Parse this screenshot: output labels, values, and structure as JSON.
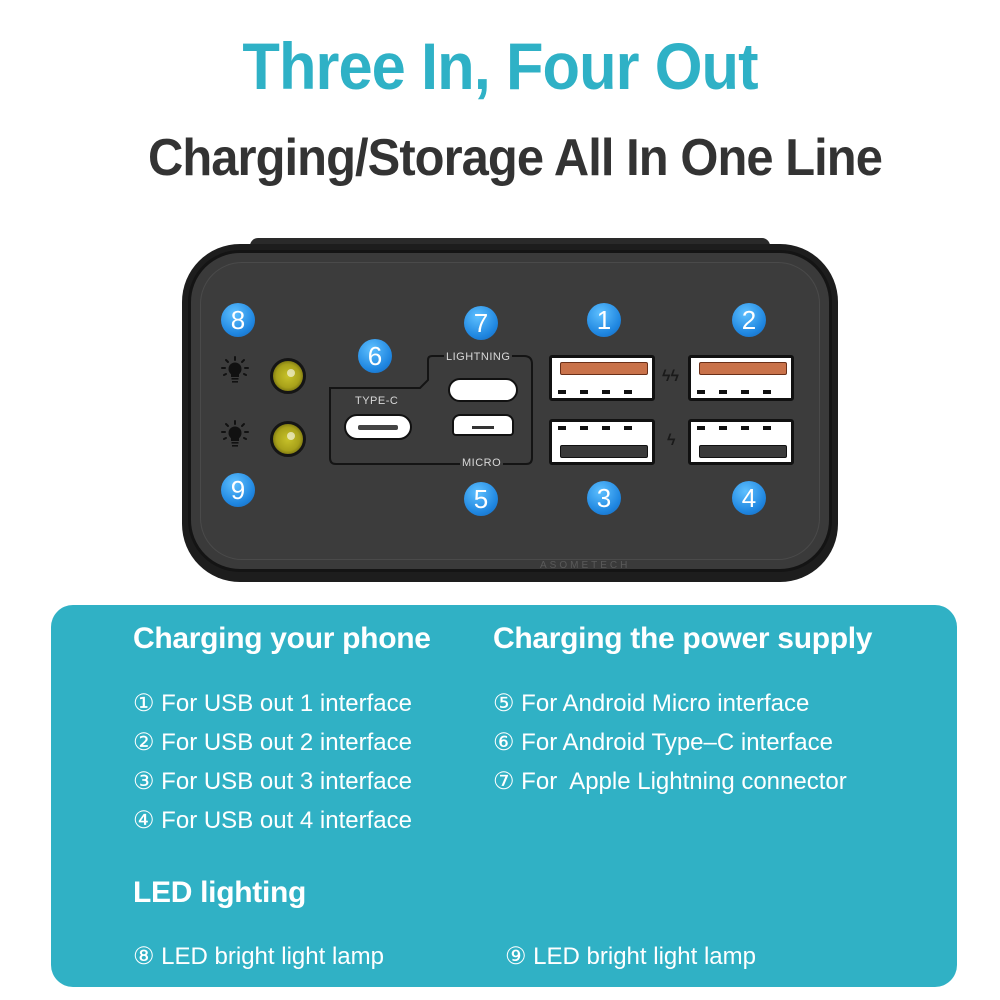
{
  "header": {
    "title": "Three In, Four Out",
    "subtitle": "Charging/Storage All In One Line",
    "title_color": "#2fb1c6",
    "subtitle_color": "#333333"
  },
  "device": {
    "brand_watermark": "ASOMETECH",
    "port_labels": {
      "lightning": "LIGHTNING",
      "type_c": "TYPE-C",
      "micro": "MICRO"
    },
    "badges": [
      "1",
      "2",
      "3",
      "4",
      "5",
      "6",
      "7",
      "8",
      "9"
    ],
    "badge_color": "#1f86e0",
    "usb_fast_bolt": "ϟϟ",
    "usb_bolt": "ϟ"
  },
  "panel": {
    "background": "#30b1c5",
    "sections": {
      "phone": {
        "heading": "Charging your phone",
        "items": [
          "① For USB out 1 interface",
          "② For USB out 2 interface",
          "③ For USB out 3 interface",
          "④ For USB out 4 interface"
        ]
      },
      "supply": {
        "heading": "Charging the power supply",
        "items": [
          "⑤ For Android Micro interface",
          "⑥ For Android Type–C interface",
          "⑦ For  Apple Lightning connector"
        ]
      },
      "led": {
        "heading": "LED lighting",
        "items": [
          "⑧ LED bright light lamp",
          "⑨ LED bright light lamp"
        ]
      }
    }
  }
}
